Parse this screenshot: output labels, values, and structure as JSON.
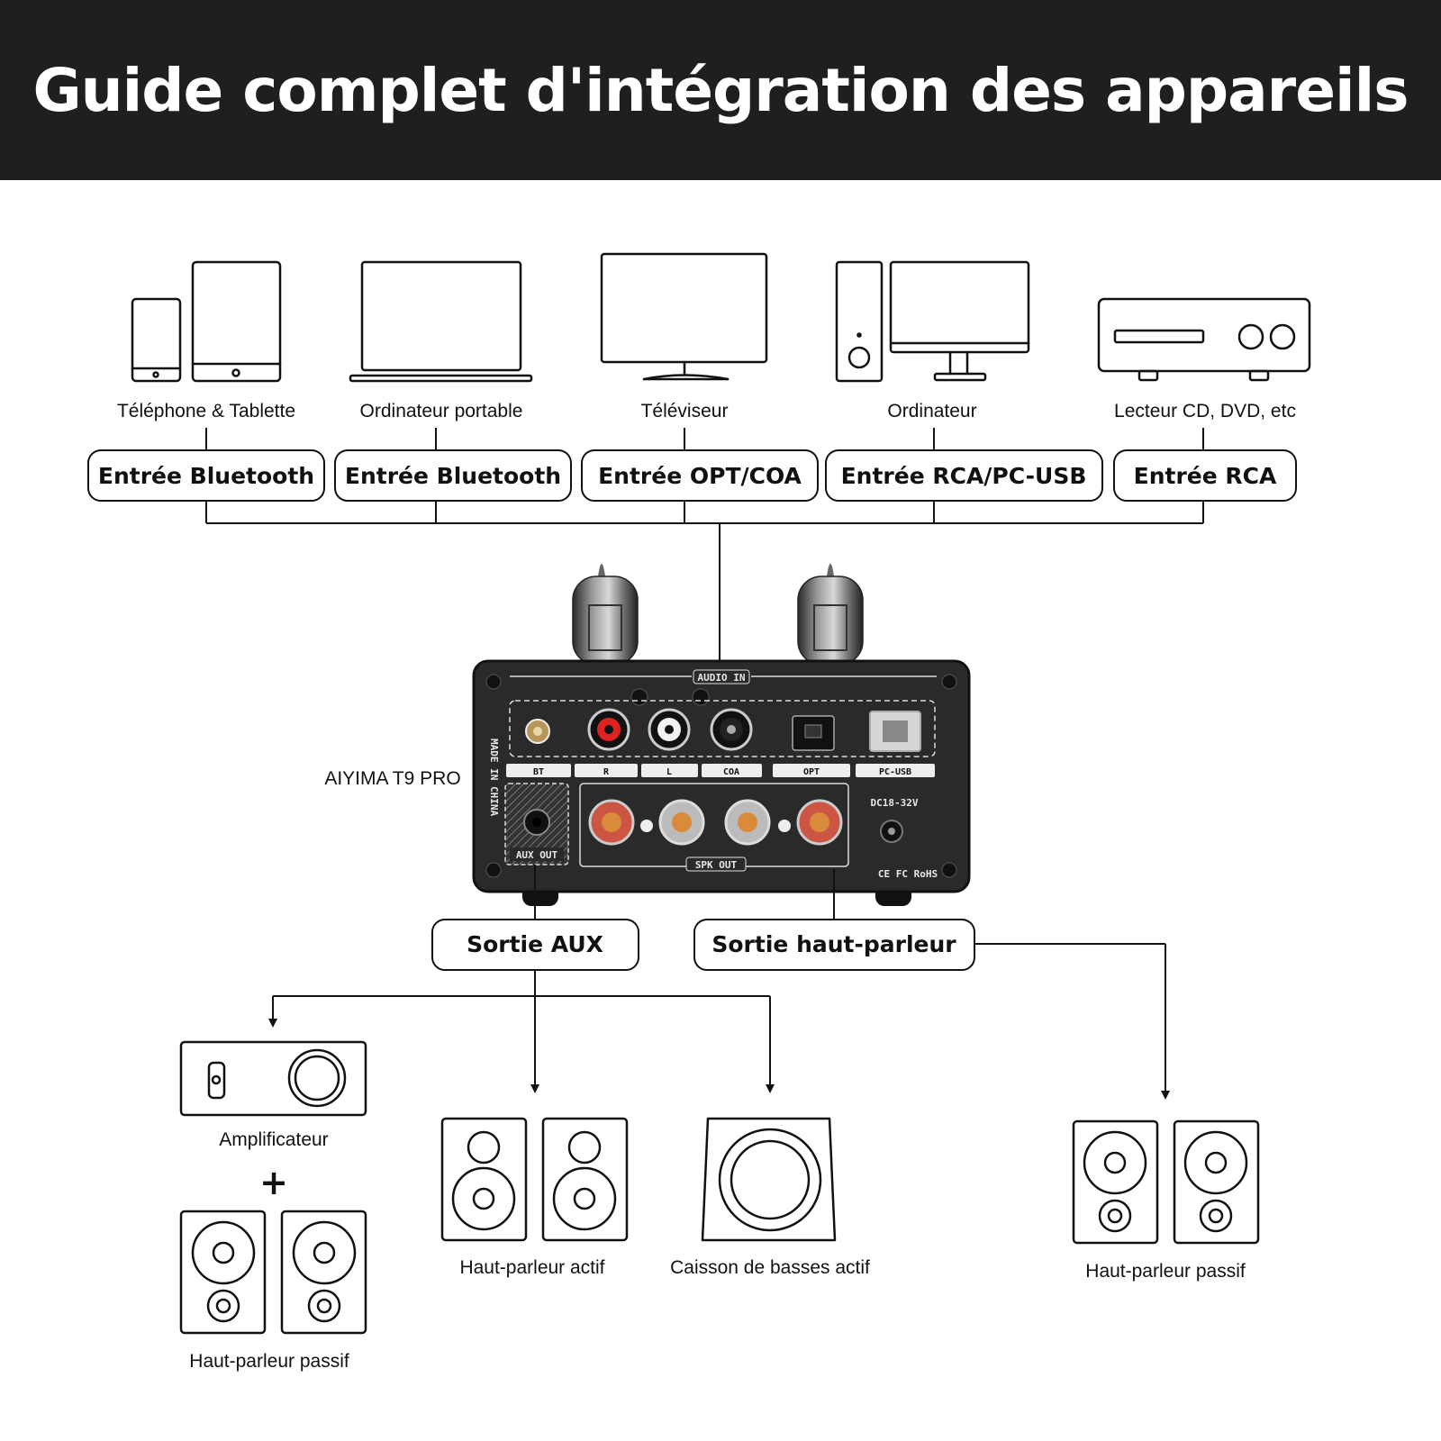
{
  "title": "Guide complet d'intégration des appareils",
  "sources": [
    {
      "device": "Téléphone & Tablette",
      "input": "Entrée Bluetooth",
      "icon": "phone-tablet-icon"
    },
    {
      "device": "Ordinateur portable",
      "input": "Entrée Bluetooth",
      "icon": "laptop-icon"
    },
    {
      "device": "Téléviseur",
      "input": "Entrée OPT/COA",
      "icon": "tv-icon"
    },
    {
      "device": "Ordinateur",
      "input": "Entrée RCA/PC-USB",
      "icon": "desktop-computer-icon"
    },
    {
      "device": "Lecteur CD, DVD, etc",
      "input": "Entrée RCA",
      "icon": "cd-player-icon"
    }
  ],
  "amplifier": {
    "name": "AIYIMA T9 PRO",
    "panel": {
      "audio_in": "AUDIO IN",
      "made_in": "MADE IN CHINA",
      "ports": [
        "BT",
        "R",
        "L",
        "COA",
        "OPT",
        "PC-USB"
      ],
      "aux_out": "AUX OUT",
      "spk_out": "SPK OUT",
      "power": "DC18-32V",
      "certs": "CE FC RoHS"
    }
  },
  "outputs": {
    "aux": "Sortie AUX",
    "speaker": "Sortie haut-parleur"
  },
  "destinations": {
    "amplifier": "Amplificateur",
    "plus": "+",
    "passive_left": "Haut-parleur passif",
    "active": "Haut-parleur actif",
    "subwoofer": "Caisson de basses actif",
    "passive_right": "Haut-parleur passif"
  },
  "colors": {
    "header_bg": "#1f1f1f",
    "header_text": "#ffffff",
    "line": "#111111",
    "panel": "#2a2a2a"
  }
}
